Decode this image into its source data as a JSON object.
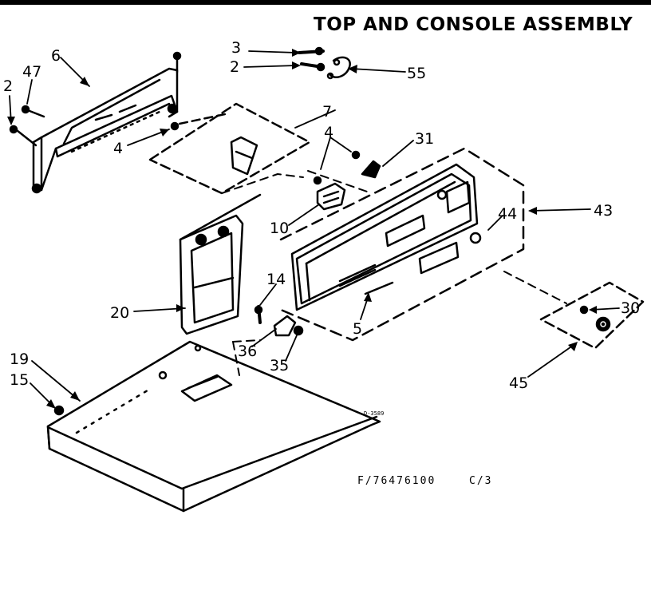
{
  "title": "TOP AND CONSOLE ASSEMBLY",
  "footer": {
    "code": "F/76476100",
    "sheet": "C/3",
    "drawing_no": "D-3589"
  },
  "callouts": {
    "p1": "2",
    "p2": "47",
    "p3": "6",
    "p4": "3",
    "p5": "2",
    "p6": "55",
    "p7": "7",
    "p8": "4",
    "p9": "4",
    "p10": "31",
    "p11": "10",
    "p12": "44",
    "p13": "43",
    "p14": "20",
    "p15": "14",
    "p16": "36",
    "p17": "35",
    "p18": "5",
    "p19": "30",
    "p20": "45",
    "p21": "19",
    "p22": "15"
  },
  "colors": {
    "ink": "#000000",
    "paper": "#ffffff"
  }
}
